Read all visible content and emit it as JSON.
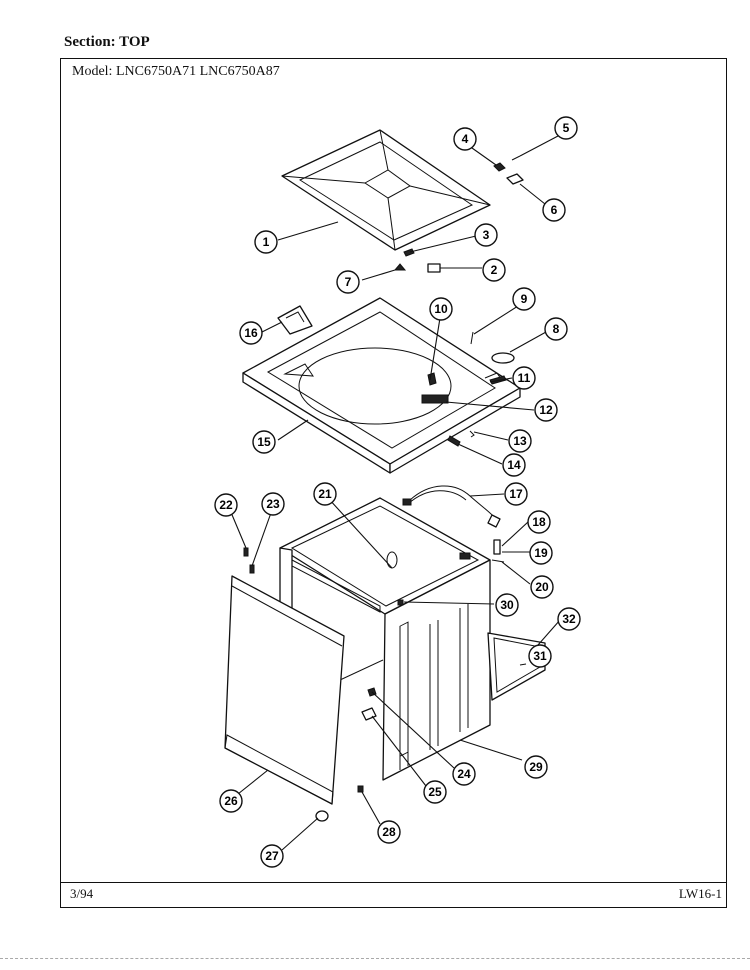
{
  "header": {
    "section_label": "Section:",
    "section_value": "TOP",
    "model_label": "Model:",
    "models": [
      "LNC6750A71",
      "LNC6750A87"
    ]
  },
  "footer": {
    "date": "3/94",
    "page_code": "LW16-1"
  },
  "callouts": [
    "1",
    "2",
    "3",
    "4",
    "5",
    "6",
    "7",
    "8",
    "9",
    "10",
    "11",
    "12",
    "13",
    "14",
    "15",
    "16",
    "17",
    "18",
    "19",
    "20",
    "21",
    "22",
    "23",
    "24",
    "25",
    "26",
    "27",
    "28",
    "29",
    "30",
    "31",
    "32"
  ],
  "colors": {
    "ink": "#111111",
    "paper": "#ffffff"
  }
}
